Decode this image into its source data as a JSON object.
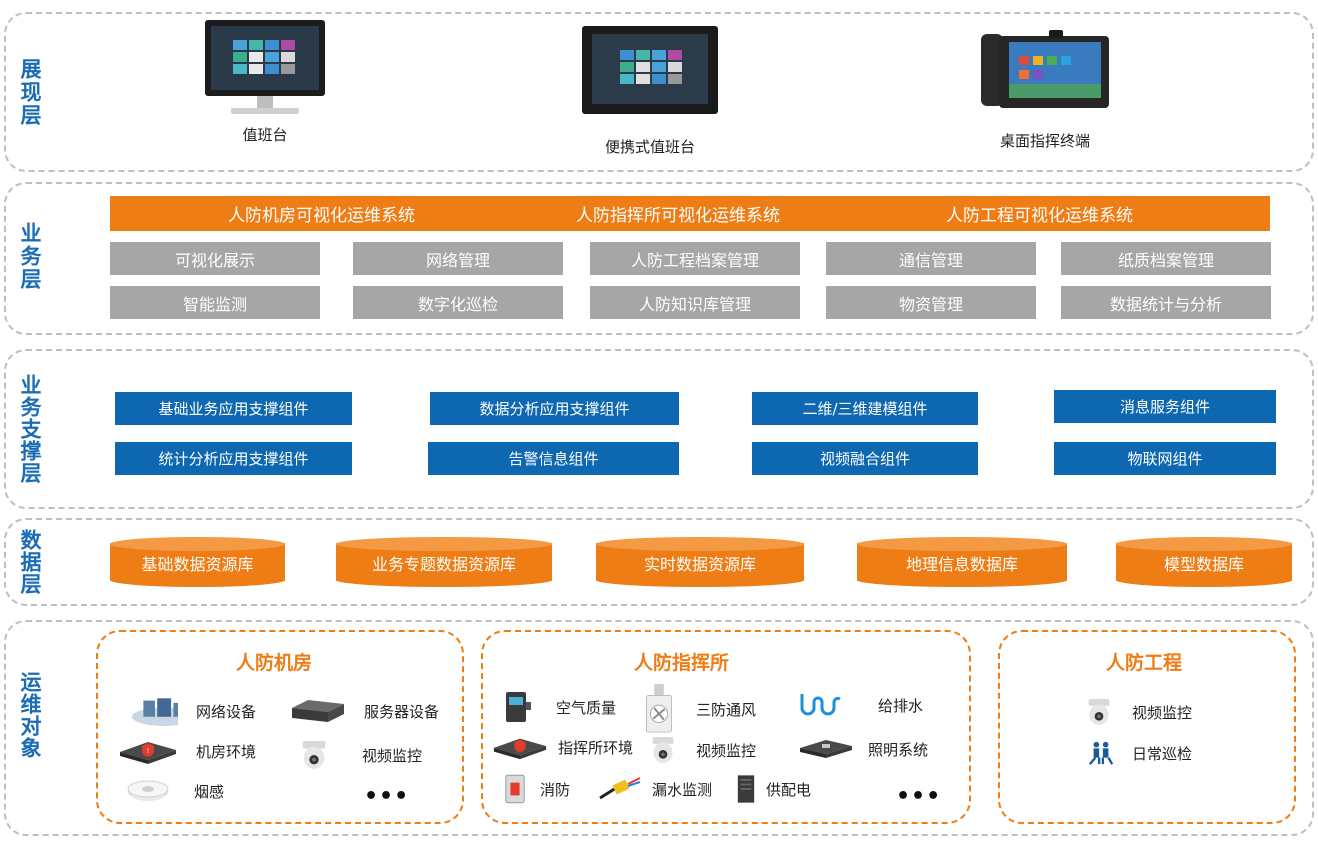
{
  "layers": {
    "presentation": "展现层",
    "business": "业务层",
    "support": "业务支撑层",
    "data": "数据层",
    "ops": "运维对象"
  },
  "presentation": {
    "devices": [
      "值班台",
      "便携式值班台",
      "桌面指挥终端"
    ]
  },
  "business": {
    "systems": [
      "人防机房可视化运维系统",
      "人防指挥所可视化运维系统",
      "人防工程可视化运维系统"
    ],
    "row1": [
      "可视化展示",
      "网络管理",
      "人防工程档案管理",
      "通信管理",
      "纸质档案管理"
    ],
    "row2": [
      "智能监测",
      "数字化巡检",
      "人防知识库管理",
      "物资管理",
      "数据统计与分析"
    ]
  },
  "support": {
    "row1": [
      "基础业务应用支撑组件",
      "数据分析应用支撑组件",
      "二维/三维建模组件",
      "消息服务组件"
    ],
    "row2": [
      "统计分析应用支撑组件",
      "告警信息组件",
      "视频融合组件",
      "物联网组件"
    ]
  },
  "data": {
    "dbs": [
      "基础数据资源库",
      "业务专题数据资源库",
      "实时数据资源库",
      "地理信息数据库",
      "模型数据库"
    ]
  },
  "ops": {
    "room": {
      "title": "人防机房",
      "items": [
        "网络设备",
        "服务器设备",
        "机房环境",
        "视频监控",
        "烟感"
      ],
      "more": "•••"
    },
    "command": {
      "title": "人防指挥所",
      "items": [
        "空气质量",
        "三防通风",
        "给排水",
        "指挥所环境",
        "视频监控",
        "照明系统",
        "消防",
        "漏水监测",
        "供配电"
      ],
      "more": "•••"
    },
    "engineering": {
      "title": "人防工程",
      "items": [
        "视频监控",
        "日常巡检"
      ]
    }
  },
  "colors": {
    "orange": "#ee7d16",
    "blue": "#0e67b1",
    "gray": "#a6a6a6",
    "label_blue": "#1a6db5"
  }
}
